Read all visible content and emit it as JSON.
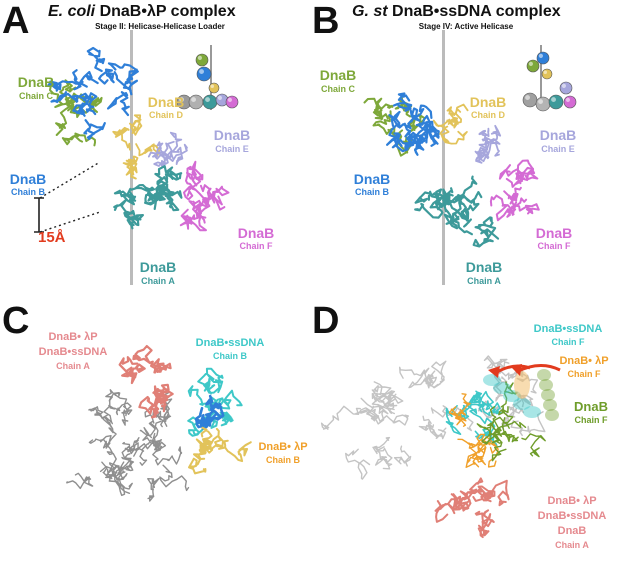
{
  "colors": {
    "chainA": "#3d9a9a",
    "chainB": "#2f7fd8",
    "chainC": "#7ea83a",
    "chainD": "#e2c35a",
    "chainE": "#a6a6dc",
    "chainF": "#d46bd4",
    "grey": "#8f8f8f",
    "lightGrey": "#c4c4c4",
    "salmon": "#e07f76",
    "salmonText": "#e58a8f",
    "cyan": "#3ec8c8",
    "orange": "#f0a02a",
    "olive": "#6f9d2b",
    "red": "#e23b1e"
  },
  "panels": {
    "A": {
      "letter": "A",
      "title_italic": "E. coli",
      "title_rest": " DnaB•λP complex",
      "subtitle": "Stage II: Helicase-Helicase Loader",
      "distance": "15Å",
      "labels": {
        "chainC": {
          "name": "DnaB",
          "chain": "Chain C"
        },
        "chainD": {
          "name": "DnaB",
          "chain": "Chain D"
        },
        "chainE": {
          "name": "DnaB",
          "chain": "Chain E"
        },
        "chainB": {
          "name": "DnaB",
          "chain": "Chain B"
        },
        "chainF": {
          "name": "DnaB",
          "chain": "Chain F"
        },
        "chainA": {
          "name": "DnaB",
          "chain": "Chain A"
        }
      }
    },
    "B": {
      "letter": "B",
      "title_italic": "G. st",
      "title_rest": " DnaB•ssDNA complex",
      "subtitle": "Stage IV: Active Helicase",
      "labels": {
        "chainC": {
          "name": "DnaB",
          "chain": "Chain C"
        },
        "chainD": {
          "name": "DnaB",
          "chain": "Chain D"
        },
        "chainE": {
          "name": "DnaB",
          "chain": "Chain E"
        },
        "chainB": {
          "name": "DnaB",
          "chain": "Chain B"
        },
        "chainF": {
          "name": "DnaB",
          "chain": "Chain F"
        },
        "chainA": {
          "name": "DnaB",
          "chain": "Chain A"
        }
      }
    },
    "C": {
      "letter": "C",
      "pink_line1": "DnaB• λP",
      "pink_line2": "DnaB•ssDNA",
      "pink_chain": "Chain A",
      "cyan_name": "DnaB•ssDNA",
      "cyan_chain": "Chain B",
      "orange_name": "DnaB• λP",
      "orange_chain": "Chain B"
    },
    "D": {
      "letter": "D",
      "cyan_name": "DnaB•ssDNA",
      "cyan_chain": "Chain F",
      "orange_name": "DnaB• λP",
      "orange_chain": "Chain F",
      "green_name": "DnaB",
      "green_chain": "Chain F",
      "pink_line1": "DnaB• λP",
      "pink_line2": "DnaB•ssDNA",
      "pink_line3": "DnaB",
      "pink_chain": "Chain A"
    }
  }
}
